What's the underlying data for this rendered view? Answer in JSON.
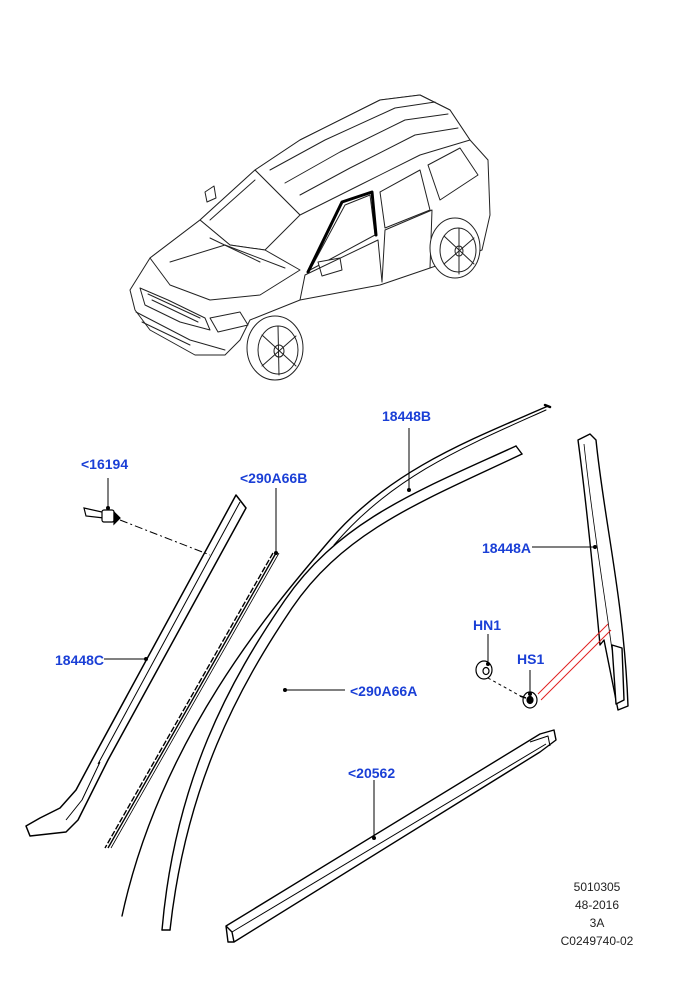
{
  "callouts": {
    "c16194": "<16194",
    "c290A66B": "<290A66B",
    "c18448B": "18448B",
    "c18448A": "18448A",
    "c18448C": "18448C",
    "c290A66A": "<290A66A",
    "cHN1": "HN1",
    "cHS1": "HS1",
    "c20562": "<20562"
  },
  "reference": {
    "line1": "5010305",
    "line2": "48-2016",
    "line3": "3A",
    "line4": "C0249740-02"
  },
  "colors": {
    "callout_text": "#1a3fd6",
    "leader_line": "#000000",
    "highlight_line": "#e02020"
  }
}
